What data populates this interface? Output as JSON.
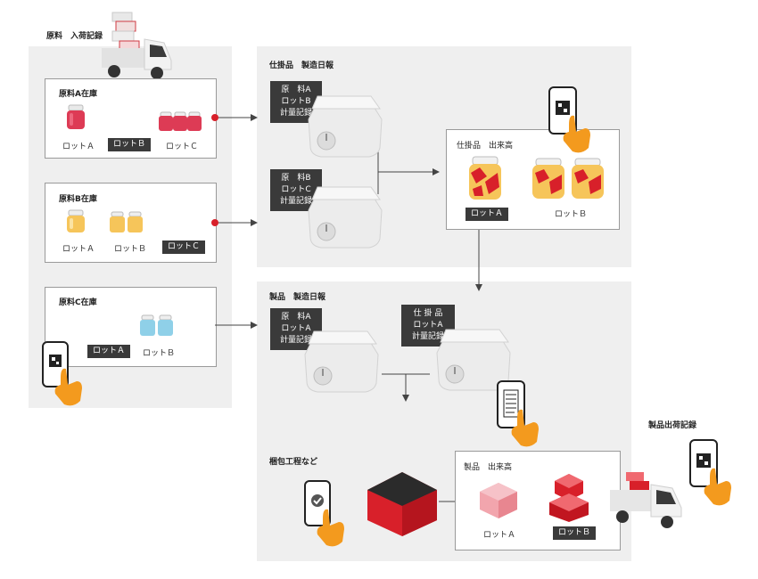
{
  "sections": {
    "raw_receiving": "原料　入荷記録",
    "wip_report": "仕掛品　製造日報",
    "product_report": "製品　製造日報",
    "packing": "梱包工程など",
    "shipping": "製品出荷記録"
  },
  "raw_a": {
    "title": "原料A在庫",
    "lots": [
      "ロットＡ",
      "ロットＢ",
      "ロットＣ"
    ]
  },
  "raw_b": {
    "title": "原料B在庫",
    "lots": [
      "ロットＡ",
      "ロットＢ",
      "ロットＣ"
    ]
  },
  "raw_c": {
    "title": "原料C在庫",
    "lots": [
      "ロットＡ",
      "ロットＢ"
    ]
  },
  "wip_scale1": [
    "原　料A",
    "ロットB",
    "計量記録"
  ],
  "wip_scale2": [
    "原　料B",
    "ロットC",
    "計量記録"
  ],
  "wip_output": {
    "title": "仕掛品　出来高",
    "lots": [
      "ロットＡ",
      "ロットＢ"
    ]
  },
  "prod_scale1": [
    "原　料A",
    "ロットA",
    "計量記録"
  ],
  "prod_scale2": [
    "仕 掛 品",
    "ロットA",
    "計量記録"
  ],
  "product_output": {
    "title": "製品　出来高",
    "lots": [
      "ロットＡ",
      "ロットＢ"
    ]
  },
  "colors": {
    "accent": "#d8202a",
    "orange": "#f39a1e",
    "panel": "#efefef",
    "tag": "#3a3a3a"
  }
}
